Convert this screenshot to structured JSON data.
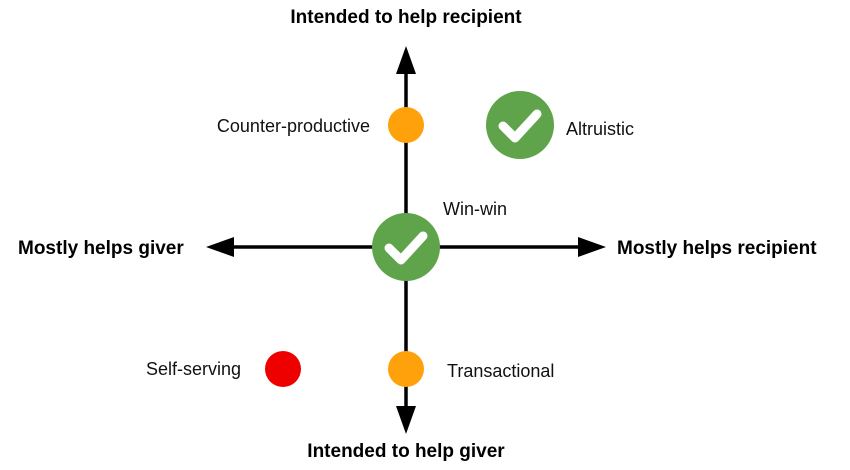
{
  "axes": {
    "top": "Intended to help recipient",
    "bottom": "Intended to help giver",
    "left": "Mostly helps giver",
    "right": "Mostly helps recipient"
  },
  "points": [
    {
      "label": "Counter-productive",
      "status": "neutral"
    },
    {
      "label": "Altruistic",
      "status": "good"
    },
    {
      "label": "Win-win",
      "status": "good"
    },
    {
      "label": "Self-serving",
      "status": "bad"
    },
    {
      "label": "Transactional",
      "status": "neutral"
    }
  ],
  "colors": {
    "good": "#5fa44a",
    "neutral": "#ffa10a",
    "bad": "#ee0000",
    "axis": "#000000",
    "check": "#ffffff"
  },
  "icons": {
    "good": "checkmark-icon",
    "neutral": "orange-dot-icon",
    "bad": "red-dot-icon"
  }
}
